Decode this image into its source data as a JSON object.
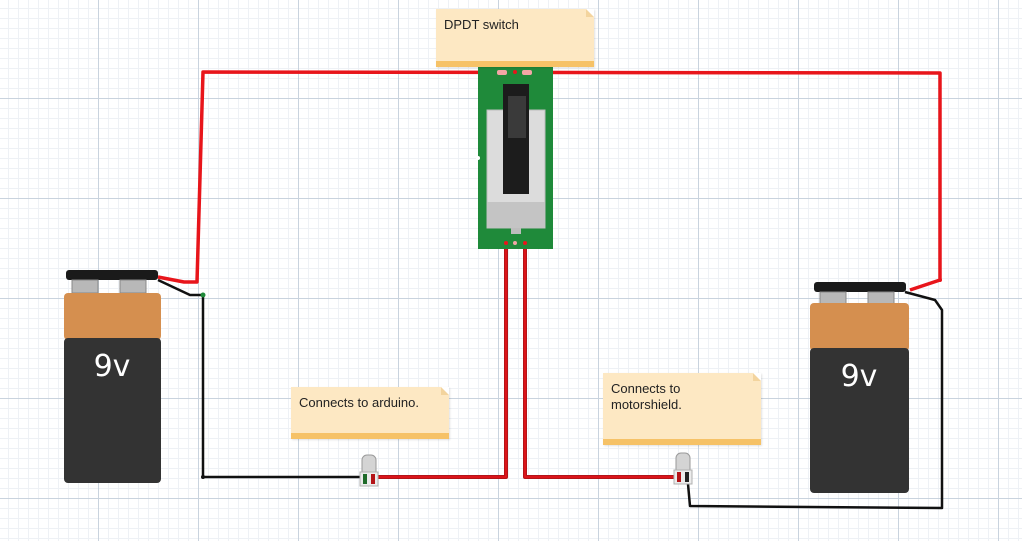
{
  "notes": {
    "switch": "DPDT switch",
    "arduino": "Connects to arduino.",
    "motorshield": "Connects to motorshield."
  },
  "batteries": {
    "left_label": "9v",
    "right_label": "9v"
  },
  "colors": {
    "wire_positive": "#e8151b",
    "wire_negative": "#111111",
    "pcb": "#1f8a3a",
    "battery_top": "#d58f4f",
    "battery_body": "#333333",
    "note_bg": "#fde8c3",
    "note_border": "#f6c267"
  }
}
